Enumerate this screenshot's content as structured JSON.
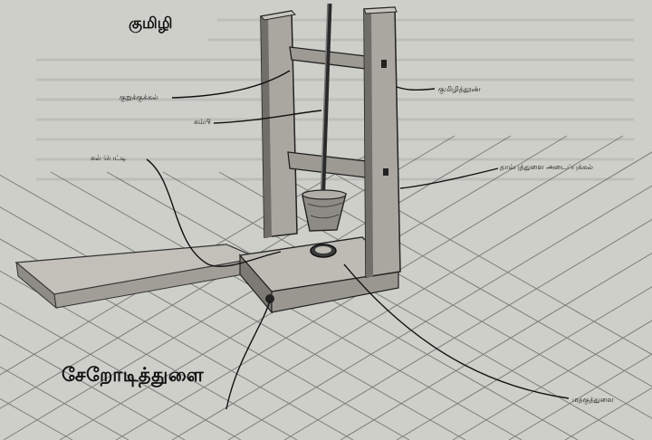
{
  "title_top": "குமிழி",
  "title_bottom": "சேறோடித்துளை",
  "labels": {
    "kurukku": "குறுக்குக்கல்",
    "kambi": "கம்பி",
    "kal_petti": "கல் பெட்டி",
    "kumizhi_thoon": "குமிழித்தூண்",
    "thaambu_thulai": "தாம்புத்துளை அடைப்புக்கல்",
    "madagu_thulai": "மதகுத்துளை"
  },
  "colors": {
    "paper": "#cfcfca",
    "ink": "#2a2a2a",
    "pillar": "#9a9890",
    "pillar_shade": "#6e6c66",
    "stone": "#b4b2ab"
  }
}
